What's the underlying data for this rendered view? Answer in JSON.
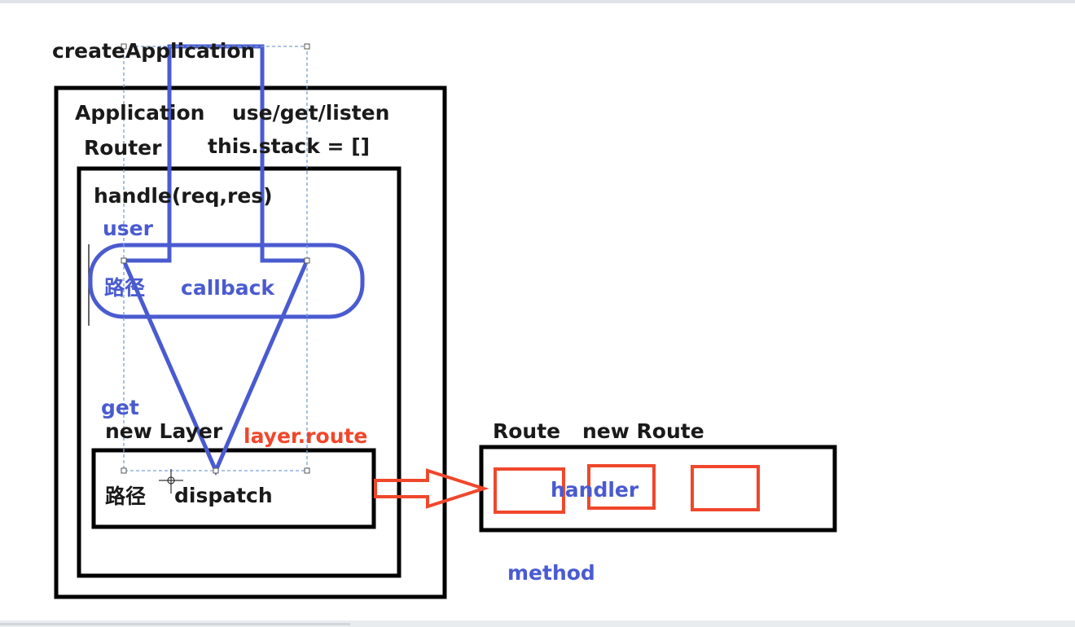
{
  "labels": {
    "create_application": "createApplication",
    "application": "Application",
    "use_get_listen": "use/get/listen",
    "router": "Router",
    "this_stack": "this.stack = []",
    "handle": "handle(req,res)",
    "user": "user",
    "path_top": "路径",
    "callback": "callback",
    "get": "get",
    "new_layer": "new Layer",
    "layer_route": "layer.route",
    "path_bottom": "路径",
    "dispatch": "dispatch",
    "route": "Route",
    "new_route": "new Route",
    "handler": "handler",
    "method": "method"
  },
  "colors": {
    "text": "#1a1a1a",
    "box": "#000000",
    "blue_ink": "#4a5bd0",
    "red_ink": "#f0472c",
    "selection": "#7aa0d6"
  }
}
